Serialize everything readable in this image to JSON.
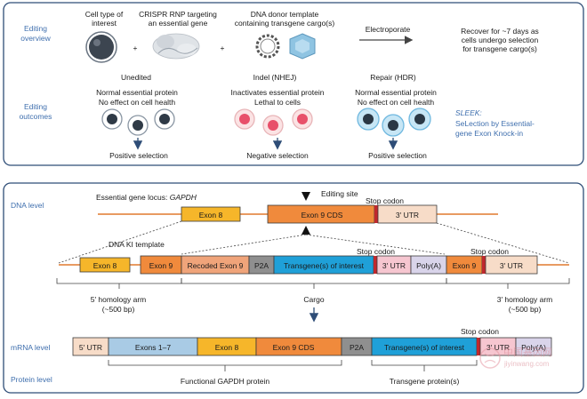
{
  "overview": {
    "row_label": "Editing overview",
    "cell_type": "Cell type of interest",
    "rnp": "CRISPR RNP targeting an essential gene",
    "donor": "DNA donor template containing transgene cargo(s)",
    "plus": "+",
    "electroporate": "Electroporate",
    "recover": "Recover for ~7 days as cells undergo selection for transgene cargo(s)"
  },
  "outcomes": {
    "row_label": "Editing outcomes",
    "groups": [
      {
        "title": "Unedited",
        "line1": "Normal essential protein",
        "line2": "No effect on cell health",
        "selection": "Positive selection"
      },
      {
        "title": "Indel (NHEJ)",
        "line1": "Inactivates essential protein",
        "line2": "Lethal to cells",
        "selection": "Negative selection"
      },
      {
        "title": "Repair (HDR)",
        "line1": "Normal essential protein",
        "line2": "No effect on cell health",
        "selection": "Positive selection"
      }
    ],
    "sleek": {
      "title": "SLEEK:",
      "line1": "SeLection by Essential-",
      "line2": "gene Exon Knock-in"
    }
  },
  "dna": {
    "level_label": "DNA level",
    "locus_label": "Essential gene locus: ",
    "locus_gene": "GAPDH",
    "editing_site": "Editing site",
    "stop_codon": "Stop codon",
    "locus_segments": [
      "Exon 8",
      "Exon 9 CDS",
      "3′ UTR"
    ],
    "ki_label": "DNA KI template",
    "ki_segments": [
      "Exon 8",
      "Exon 9",
      "Recoded Exon 9",
      "P2A",
      "Transgene(s) of interest",
      "3′ UTR",
      "Poly(A)",
      "Exon 9",
      "3′ UTR"
    ],
    "left_arm": "5′ homology arm",
    "left_arm_size": "(~500 bp)",
    "cargo": "Cargo",
    "right_arm": "3′ homology arm",
    "right_arm_size": "(~500 bp)"
  },
  "mrna": {
    "level_label": "mRNA level",
    "stop_codon": "Stop codon",
    "segments": [
      "5′ UTR",
      "Exons 1–7",
      "Exon 8",
      "Exon 9 CDS",
      "P2A",
      "Transgene(s) of interest",
      "3′ UTR",
      "Poly(A)"
    ]
  },
  "protein": {
    "level_label": "Protein level",
    "functional": "Functional GAPDH protein",
    "transgene": "Transgene protein(s)"
  },
  "watermark": {
    "text1": "中国基因网",
    "text2": "jiyinwang.com"
  },
  "colors": {
    "exon8": "#f6b62a",
    "exon9": "#f08a3c",
    "utr": "#f7dcc8",
    "recoded": "#f0a47a",
    "p2a": "#8f8f8f",
    "transgene": "#1fa0d8",
    "polya": "#d9d4ea",
    "exons17": "#a9cbe5",
    "frame": "#2e4d77",
    "label_blue": "#3f6fae"
  }
}
